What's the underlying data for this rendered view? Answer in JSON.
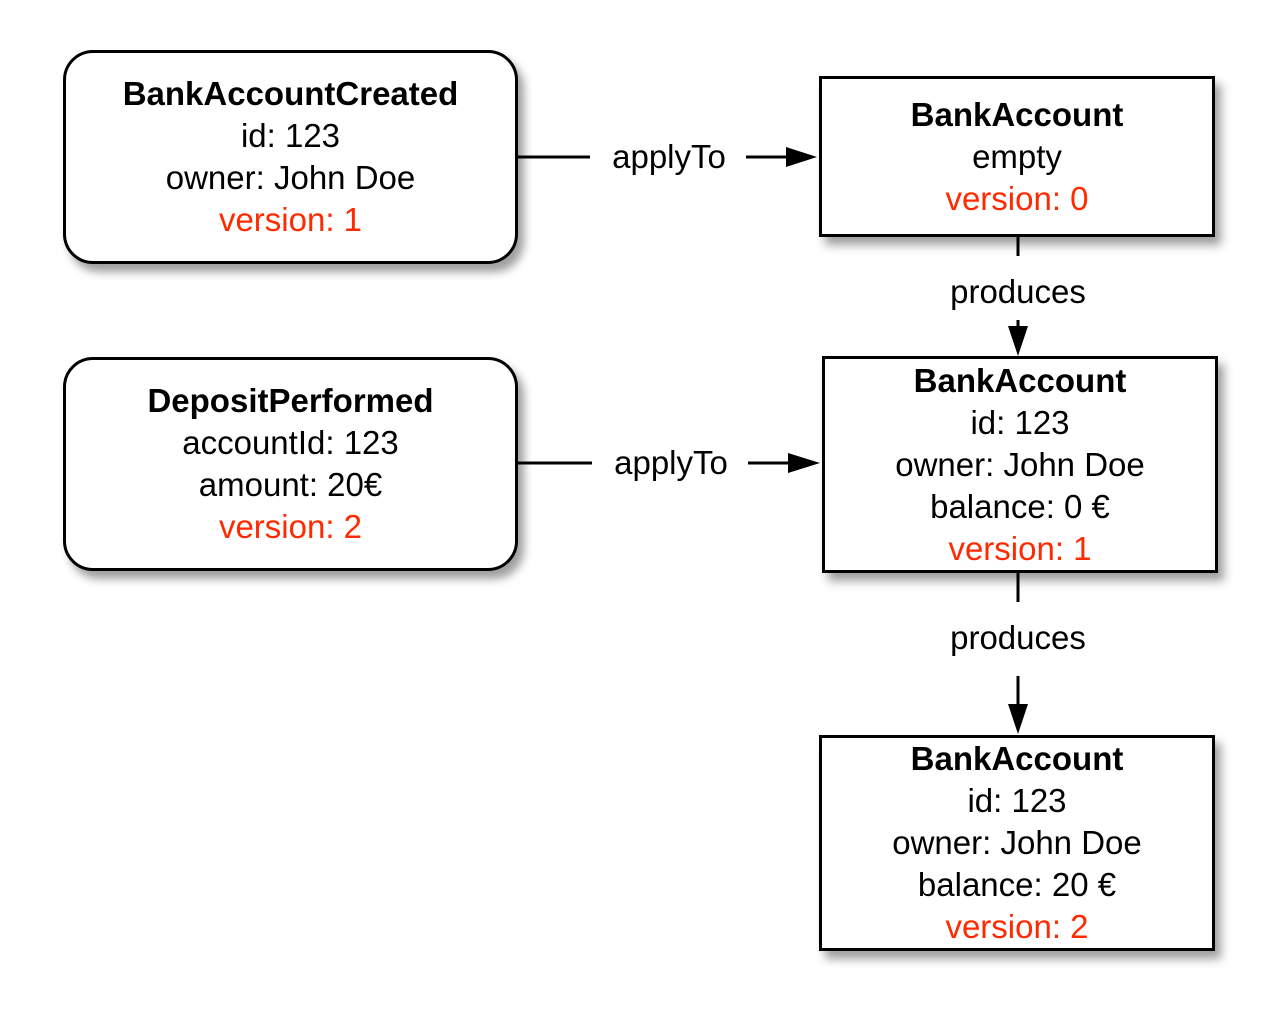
{
  "events": {
    "created": {
      "title": "BankAccountCreated",
      "id_line": "id: 123",
      "owner_line": "owner: John Doe",
      "version_line": "version: 1"
    },
    "deposit": {
      "title": "DepositPerformed",
      "account_line": "accountId: 123",
      "amount_line": "amount: 20€",
      "version_line": "version: 2"
    }
  },
  "states": {
    "empty": {
      "title": "BankAccount",
      "status_line": "empty",
      "version_line": "version: 0"
    },
    "v1": {
      "title": "BankAccount",
      "id_line": "id: 123",
      "owner_line": "owner: John Doe",
      "balance_line": "balance: 0 €",
      "version_line": "version: 1"
    },
    "v2": {
      "title": "BankAccount",
      "id_line": "id: 123",
      "owner_line": "owner: John Doe",
      "balance_line": "balance: 20 €",
      "version_line": "version: 2"
    }
  },
  "edges": {
    "apply_1": "applyTo",
    "apply_2": "applyTo",
    "produces_1": "produces",
    "produces_2": "produces"
  },
  "colors": {
    "version_text": "#ff2a00",
    "border": "#000000"
  }
}
